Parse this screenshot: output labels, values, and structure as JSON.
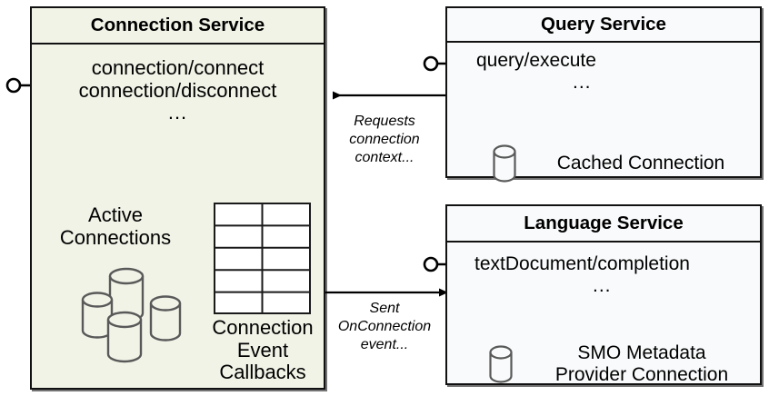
{
  "diagram": {
    "type": "component-architecture",
    "background": "#ffffff",
    "stroke_color": "#111111",
    "icon_stroke_color": "#595959"
  },
  "components": {
    "connection_service": {
      "title": "Connection Service",
      "fill": "#f1f3e7",
      "endpoints": [
        "connection/connect",
        "connection/disconnect",
        "..."
      ],
      "stores": [
        {
          "icon": "cylinder-cluster-icon",
          "label_line1": "Active",
          "label_line2": "Connections"
        },
        {
          "icon": "table-grid-icon",
          "label_line1": "Connection",
          "label_line2": "Event",
          "label_line3": "Callbacks",
          "rows": 5,
          "columns": 2
        }
      ]
    },
    "query_service": {
      "title": "Query Service",
      "fill": "#f9fafb",
      "endpoints": [
        "query/execute",
        "..."
      ],
      "store": {
        "icon": "cylinder-icon",
        "label": "Cached Connection"
      }
    },
    "language_service": {
      "title": "Language Service",
      "fill": "#f9fafb",
      "endpoints": [
        "textDocument/completion",
        "..."
      ],
      "store": {
        "icon": "cylinder-icon",
        "label_line1": "SMO Metadata",
        "label_line2": "Provider Connection"
      }
    }
  },
  "connectors": [
    {
      "name": "query-to-connection",
      "label_line1": "Requests",
      "label_line2": "connection",
      "label_line3": "context...",
      "direction": "query-service-to-connection-service",
      "arrow": "left"
    },
    {
      "name": "connection-to-language",
      "label_line1": "Sent",
      "label_line2": "OnConnection",
      "label_line3": "event...",
      "direction": "connection-service-to-language-service",
      "arrow": "right"
    }
  ],
  "interfaces": [
    {
      "name": "connection-service-interface-socket",
      "shape": "lollipop"
    },
    {
      "name": "query-service-interface-socket",
      "shape": "lollipop"
    },
    {
      "name": "language-service-interface-socket",
      "shape": "lollipop"
    }
  ]
}
